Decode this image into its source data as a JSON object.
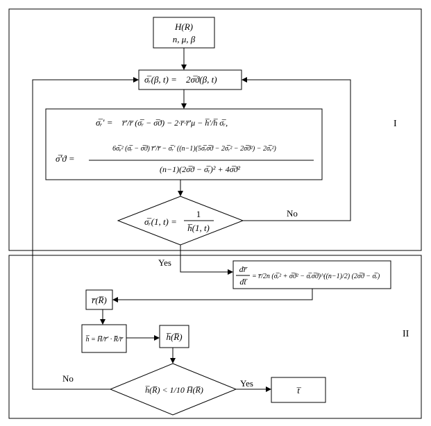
{
  "sections": {
    "upper_label": "I",
    "lower_label": "II"
  },
  "nodes": {
    "input_line1": "H(R)",
    "input_line2": "n, μ, β",
    "boundary_lhs": "σ̅ᵣ(β, t) =",
    "boundary_rhs": "2σ̅ϑ(β, t)",
    "eq1_lhs": "σ̅ᵣ′ =",
    "eq1_rhs": "r̅′/r̅ (σ̅ᵣ − σ̅ϑ) − 2·r̅·r̅′μ − h̅′/h̅ σ̅ᵣ,",
    "eq2_lhs": "σ̅′ϑ =",
    "eq2_num": "6σ̅ₑ² (σ̅ᵣ − σ̅ϑ) r̅′/r̅ − σ̅ᵣ′ ((n−1)(5σ̅ᵣσ̅ϑ − 2σ̅ᵣ² − 2σ̅ϑ²) − 2σ̅ₑ²)",
    "eq2_den": "(n−1)(2σ̅ϑ − σ̅ᵣ)² + 4σ̅ϑ²",
    "cond1_lhs": "σ̅ᵣ(1, t) =",
    "cond1_num": "1",
    "cond1_den": "h̅(1, t)",
    "ode_lhs_num": "dr̅",
    "ode_lhs_den": "dt̅",
    "ode_rhs": "= r̅/2n (σ̅ᵣ² + σ̅ϑ² − σ̅ᵣσ̅ϑ)^((n−1)/2) (2σ̅ϑ − σ̅ᵣ)",
    "r_of_R": "r̅(R̅)",
    "h_formula": "h̅ = H̅/r̅′ · R̅/r̅",
    "h_of_R": "h̅(R̅)",
    "cond2": "h̅(R̅) < 1/10 H̅(R̅)",
    "output": "t̅"
  },
  "edge_labels": {
    "no_top": "No",
    "yes_top": "Yes",
    "no_bottom": "No",
    "yes_bottom": "Yes"
  }
}
